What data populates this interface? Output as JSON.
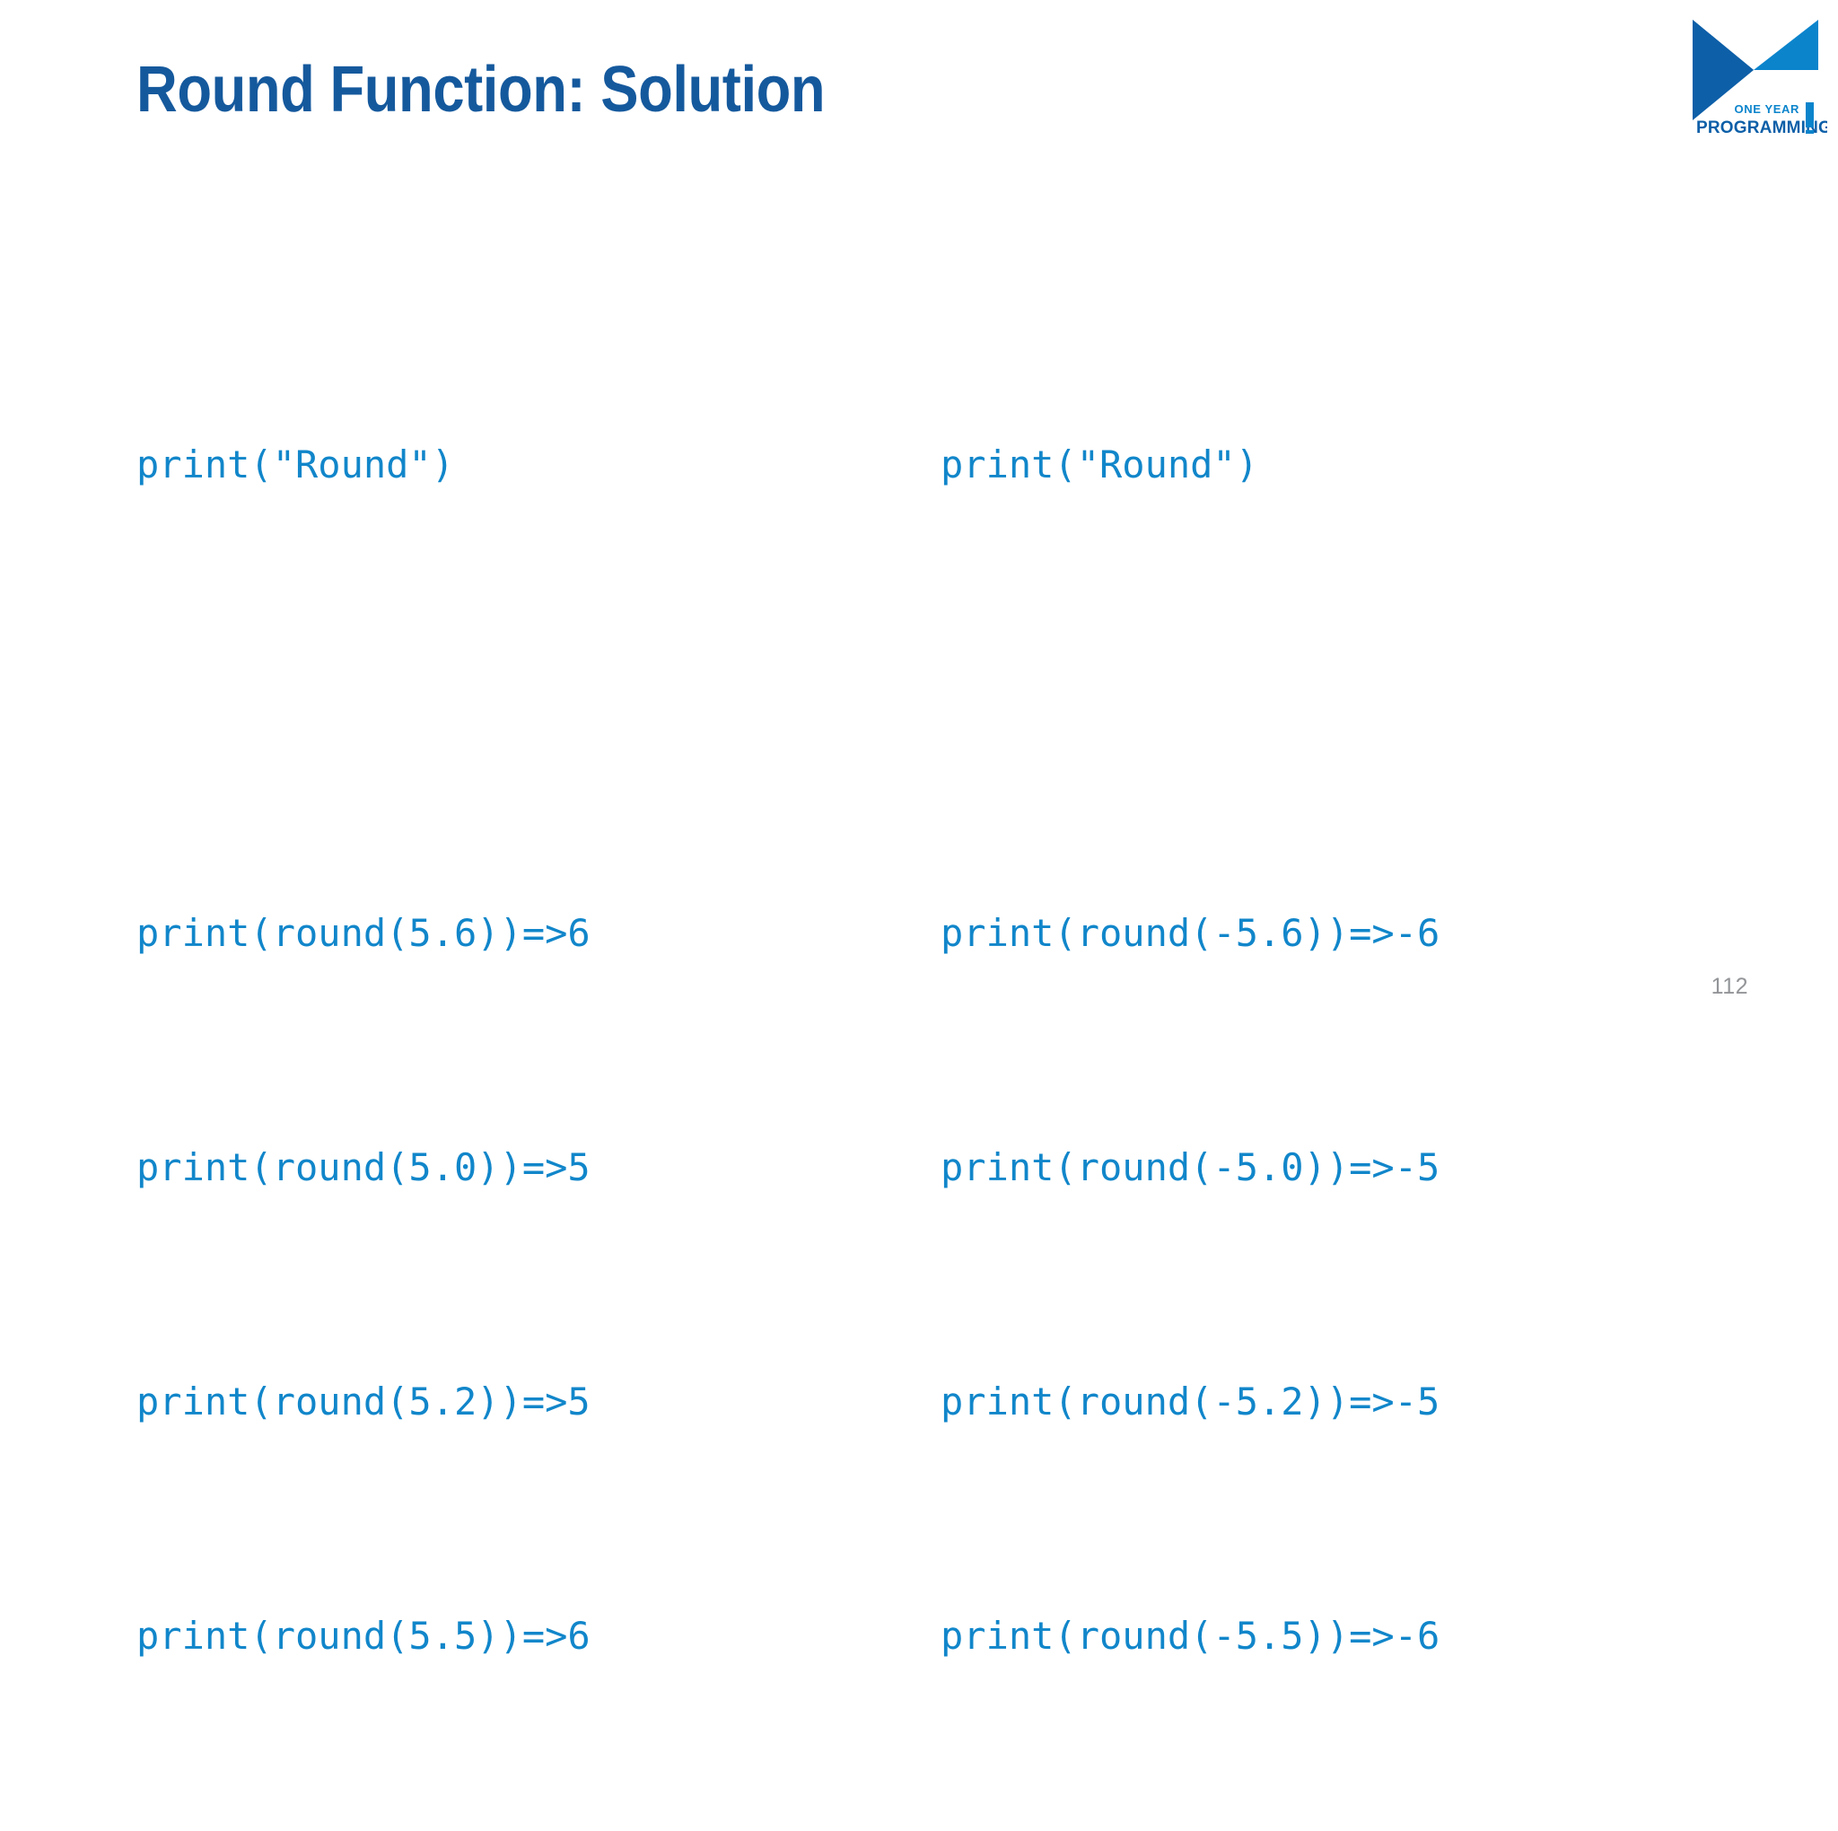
{
  "slide": {
    "title": "Round Function: Solution",
    "page_number": "112",
    "title_color": "#15599d",
    "code_color": "#1186ca",
    "background_color": "#ffffff",
    "page_number_color": "#939598"
  },
  "code": {
    "left_column": [
      "print(\"Round\")",
      "",
      "print(round(5.6))=>6",
      "print(round(5.0))=>5",
      "print(round(5.2))=>5",
      "print(round(5.5))=>6"
    ],
    "right_column": [
      "print(\"Round\")",
      "",
      "print(round(-5.6))=>-6",
      "print(round(-5.0))=>-5",
      "print(round(-5.2))=>-5",
      "print(round(-5.5))=>-6"
    ]
  },
  "logo": {
    "line1": "ONE YEAR",
    "line2": "PROGRAMMING",
    "exclaim": "!",
    "dark_blue": "#0d5fa8",
    "light_blue": "#0b84cc"
  }
}
